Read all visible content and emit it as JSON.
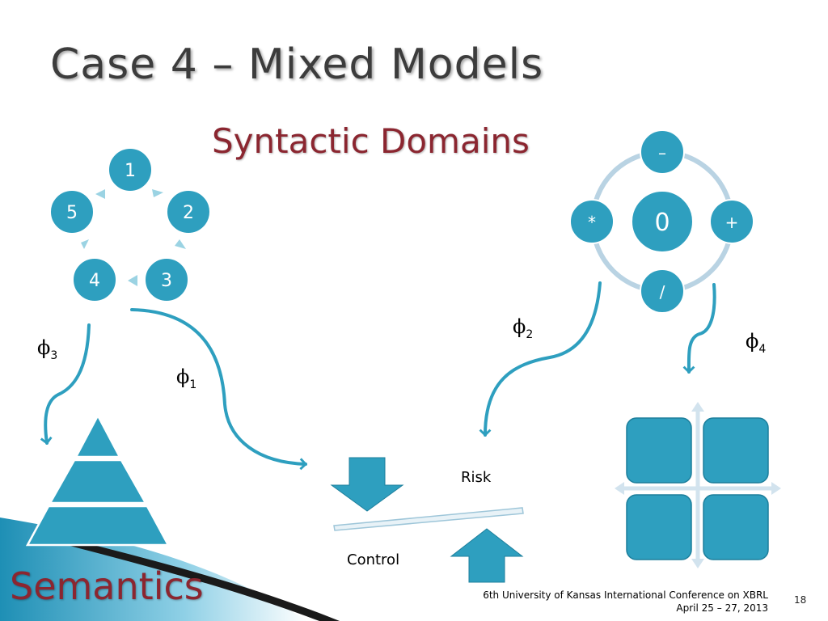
{
  "slide": {
    "title": "Case 4 – Mixed Models",
    "subtitle": "Syntactic Domains",
    "semantics_label": "Semantics",
    "footer_line1": "6th University of Kansas International Conference on XBRL",
    "footer_line2": "April 25 – 27, 2013",
    "page_number": "18"
  },
  "cycle": {
    "nodes": [
      "1",
      "2",
      "3",
      "4",
      "5"
    ]
  },
  "operators": {
    "center": "0",
    "top": "–",
    "right": "+",
    "bottom": "/",
    "left": "*"
  },
  "balance": {
    "top_label": "Risk",
    "bottom_label": "Control"
  },
  "mappings": [
    {
      "symbol": "ϕ",
      "index": "1"
    },
    {
      "symbol": "ϕ",
      "index": "2"
    },
    {
      "symbol": "ϕ",
      "index": "3"
    },
    {
      "symbol": "ϕ",
      "index": "4"
    }
  ],
  "colors": {
    "teal": "#2e9fbf",
    "teal_dark": "#1d7f9c",
    "light_blue": "#b9d3e3",
    "title_red": "#8b2630"
  }
}
